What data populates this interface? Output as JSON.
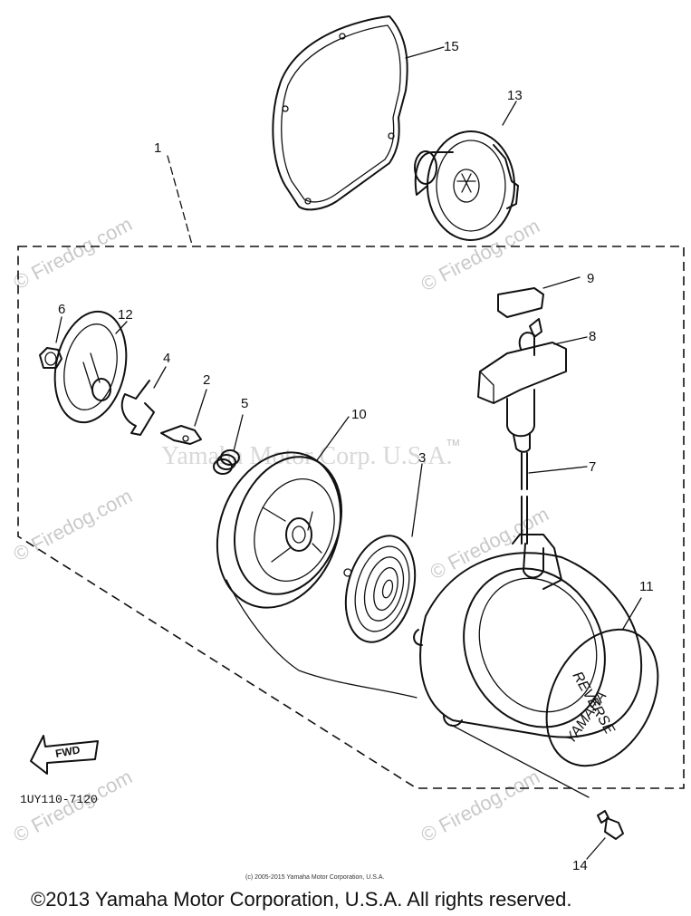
{
  "watermarks": {
    "site": "© Firedog.com",
    "center": "Yamaha Motor Corp. U.S.A.",
    "tm": "TM"
  },
  "callouts": {
    "c1": "1",
    "c2": "2",
    "c3": "3",
    "c4": "4",
    "c5": "5",
    "c6": "6",
    "c7": "7",
    "c8": "8",
    "c9": "9",
    "c10": "10",
    "c11": "11",
    "c12": "12",
    "c13": "13",
    "c14": "14",
    "c15": "15"
  },
  "fwd_label": "FWD",
  "diagram_code": "1UY110-7120",
  "cover_logo": {
    "top": "REVERSE",
    "bottom": "YAMAHA"
  },
  "small_copyright": "(c) 2005-2015 Yamaha Motor Corporation, U.S.A.",
  "footer": "©2013 Yamaha Motor Corporation, U.S.A. All rights reserved."
}
